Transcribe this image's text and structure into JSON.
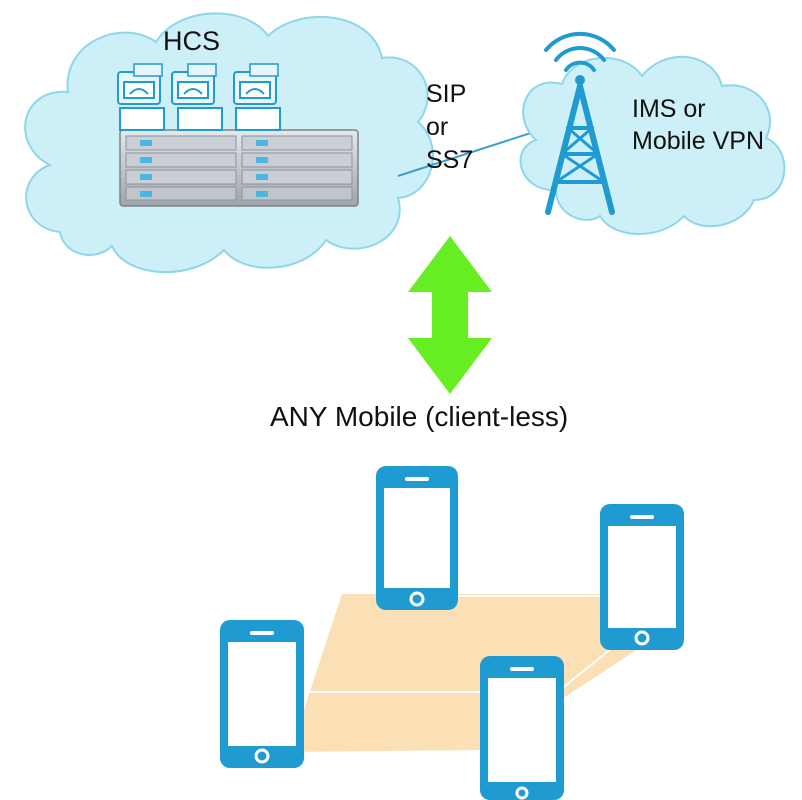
{
  "hcs_cloud": {
    "title": "HCS"
  },
  "protocol_label": {
    "line1": "SIP",
    "line2": "or",
    "line3": "SS7"
  },
  "ims_cloud": {
    "line1": "IMS or",
    "line2": "Mobile VPN"
  },
  "clients_caption": "ANY Mobile (client-less)",
  "icons": [
    "cloud-icon",
    "server-rack-icon",
    "ip-phone-icon",
    "cell-tower-icon",
    "double-arrow-icon",
    "smartphone-icon"
  ],
  "colors": {
    "cloud_fill": "#cdf0f8",
    "cloud_stroke": "#8ed6e9",
    "icon_blue": "#1f9bd1",
    "link_line": "#3a9fd0",
    "arrow_green": "#66ee22",
    "platform_fill": "#fbe0b6",
    "text": "#111111"
  }
}
